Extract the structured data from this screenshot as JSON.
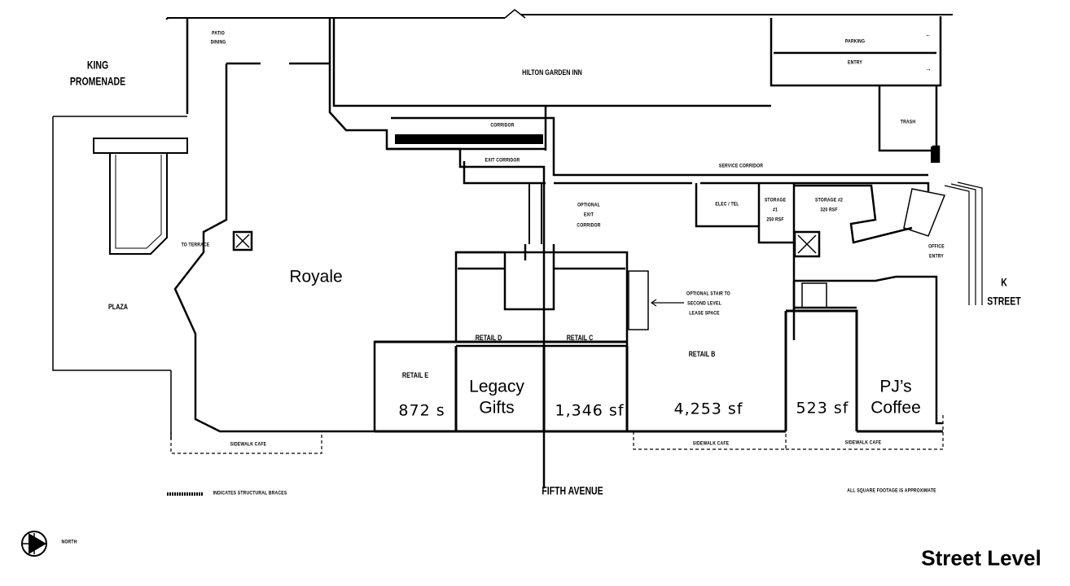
{
  "title": "Street Level",
  "north_label": "NORTH",
  "streets": {
    "fifth_avenue": "FIFTH AVENUE",
    "k_street": [
      "K",
      "STREET"
    ],
    "king_promenade": [
      "KING",
      "PROMENADE"
    ]
  },
  "areas": {
    "plaza": "PLAZA",
    "patio_dining": [
      "PATIO",
      "DINING"
    ],
    "to_terrace": "TO TERRACE",
    "royale": "Royale",
    "hilton": "HILTON GARDEN INN",
    "corridor": "CORRIDOR",
    "exit_corridor": "EXIT CORRIDOR",
    "parking": "PARKING",
    "entry": "ENTRY",
    "trash": "TRASH",
    "service_corridor": "SERVICE CORRIDOR",
    "optional_exit_corridor": [
      "OPTIONAL",
      "EXIT",
      "CORRIDOR"
    ],
    "elec_tel": "ELEC / TEL",
    "storage1": [
      "STORAGE",
      "#1",
      "250 RSF"
    ],
    "storage2": [
      "STORAGE #2",
      "320 RSF"
    ],
    "office_entry": [
      "OFFICE",
      "ENTRY"
    ],
    "optional_stair": [
      "OPTIONAL STAIR TO",
      "SECOND LEVEL",
      "LEASE SPACE"
    ],
    "sidewalk_cafe": "SIDEWALK CAFE"
  },
  "retail": {
    "e": {
      "label": "RETAIL E",
      "size": "872 s"
    },
    "d": {
      "label": "RETAIL D",
      "tenant": [
        "Legacy",
        "Gifts"
      ]
    },
    "c": {
      "label": "RETAIL C",
      "size": "1,346 sf"
    },
    "b": {
      "label": "RETAIL B",
      "size": "4,253 sf"
    },
    "a": {
      "size": "523 sf"
    },
    "pjs": {
      "tenant": [
        "PJ’s",
        "Coffee"
      ]
    }
  },
  "notes": {
    "braces": "INDICATES STRUCTURAL BRACES",
    "approx": "ALL SQUARE FOOTAGE IS APPROXIMATE"
  }
}
